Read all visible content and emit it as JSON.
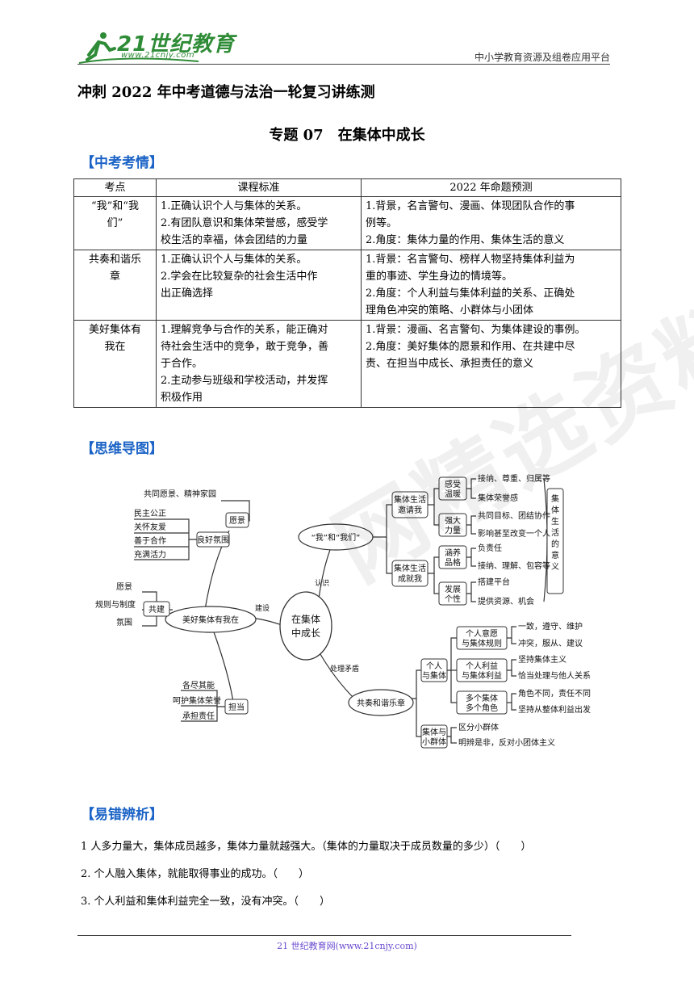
{
  "header": {
    "logo_main": "21世纪教育",
    "logo_url": "www.21cnjy.com",
    "right_text": "中小学教育资源及组卷应用平台"
  },
  "doc_title": "冲刺 2022 年中考道德与法治一轮复习讲练测",
  "topic_title": "专题 07　在集体中成长",
  "sections": {
    "exam": "【中考考情】",
    "mindmap": "【思维导图】",
    "errors": "【易错辨析】"
  },
  "table": {
    "headers": [
      "考点",
      "课程标准",
      "2022 年命题预测"
    ],
    "rows": [
      {
        "point": [
          "“我”和“我",
          "们”"
        ],
        "standard": [
          "1.正确认识个人与集体的关系。",
          "2.有团队意识和集体荣誉感，感受学",
          "校生活的幸福，体会团结的力量"
        ],
        "forecast": [
          "1.背景，名言警句、漫画、体现团队合作的事",
          "例等。",
          "2.角度：集体力量的作用、集体生活的意义"
        ]
      },
      {
        "point": [
          "共奏和谐乐",
          "章"
        ],
        "standard": [
          "1.正确认识个人与集体的关系。",
          "2.学会在比较复杂的社会生活中作",
          "出正确选择"
        ],
        "forecast": [
          "1.背景：名言警句、榜样人物坚持集体利益为",
          "重的事迹、学生身边的情境等。",
          "2.角度：个人利益与集体利益的关系、正确处",
          "理角色冲突的策略、小群体与小团体"
        ]
      },
      {
        "point": [
          "美好集体有",
          "我在"
        ],
        "standard": [
          "1.理解竞争与合作的关系，能正确对",
          "待社会生活中的竞争，敢于竞争，善",
          "于合作。",
          "2.主动参与班级和学校活动，并发挥",
          "积极作用"
        ],
        "forecast": [
          "1.背景：漫画、名言警句、为集体建设的事例。",
          "2.角度：美好集体的愿景和作用、在共建中尽",
          "责、在担当中成长、承担责任的意义"
        ]
      }
    ]
  },
  "mindmap": {
    "center": [
      "在集体",
      "中成长"
    ],
    "hub_we": "“我”和“我们”",
    "hub_good": "美好集体有我在",
    "hub_harmony": "共奏和谐乐章",
    "link_know": "认识",
    "link_build": "建设",
    "link_conflict": "处理矛盾",
    "we_branch1": [
      "集体生活",
      "邀请我"
    ],
    "we_branch2": [
      "集体生活",
      "成就我"
    ],
    "we_sub": [
      [
        "感受",
        "温暖"
      ],
      [
        "强大",
        "力量"
      ],
      [
        "涵养",
        "品格"
      ],
      [
        "发展",
        "个性"
      ]
    ],
    "we_leaves": [
      "接纳、尊重、归属等",
      "集体荣誉感",
      "共同目标、团结协作",
      "影响甚至改变一个人",
      "负责任",
      "接纳、理解、包容等",
      "搭建平台",
      "提供资源、机会"
    ],
    "we_meaning": "集体生活的意义",
    "good_vision": "愿景",
    "good_vision_items": [
      "共同愿景、精神家园"
    ],
    "good_atmo": "良好氛围",
    "good_atmo_items": [
      "民主公正",
      "关怀友爱",
      "善于合作",
      "充满活力"
    ],
    "good_build": "共建",
    "good_build_items": [
      "愿景",
      "规则与制度",
      "氛围"
    ],
    "good_duty": "担当",
    "good_duty_items": [
      "各尽其能",
      "呵护集体荣誉",
      "承担责任"
    ],
    "har_b1": [
      "个人",
      "与集体"
    ],
    "har_b2": [
      "集体与",
      "小群体"
    ],
    "har_sub": [
      [
        "个人意愿",
        "与集体规则"
      ],
      [
        "个人利益",
        "与集体利益"
      ],
      [
        "多个集体",
        "多个角色"
      ]
    ],
    "har_leaves": [
      "一致，遵守、维护",
      "冲突，服从、建议",
      "坚持集体主义",
      "恰当处理与他人关系",
      "角色不同，责任不同",
      "坚持从整体利益出发",
      "区分小群体",
      "明辨是非，反对小团体主义"
    ]
  },
  "questions": [
    "1 人多力量大，集体成员越多，集体力量就越强大。（集体的力量取决于成员数量的多少）（　　）",
    "2. 个人融入集体，就能取得事业的成功。（　　）",
    "3. 个人利益和集体利益完全一致，没有冲突。（　　）"
  ],
  "footer": "21 世纪教育网(www.21cnjy.com)",
  "watermark": "网精选资料",
  "colors": {
    "brand": "#2e8b36",
    "section": "#1b63c6",
    "footer": "#6a4bd0"
  }
}
